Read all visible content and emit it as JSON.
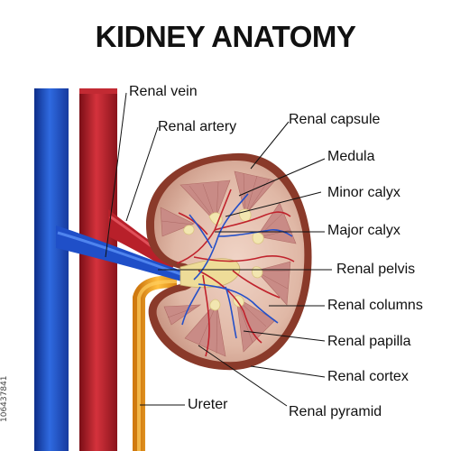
{
  "title": "KIDNEY ANATOMY",
  "labels": {
    "renal_vein": "Renal vein",
    "renal_artery": "Renal artery",
    "renal_capsule": "Renal capsule",
    "medula": "Medula",
    "minor_calyx": "Minor calyx",
    "major_calyx": "Major calyx",
    "renal_pelvis": "Renal pelvis",
    "renal_columns": "Renal columns",
    "renal_papilla": "Renal papilla",
    "renal_cortex": "Renal cortex",
    "ureter": "Ureter",
    "renal_pyramid": "Renal pyramid"
  },
  "stock_id": "106437841",
  "colors": {
    "vein": "#1f4fc8",
    "artery": "#b8202a",
    "ureter": "#f0a020",
    "cortex": "#d9b0a0",
    "capsule": "#8a3a2a",
    "pyramid": "#c98b86",
    "calyx": "#f2e6b0"
  }
}
